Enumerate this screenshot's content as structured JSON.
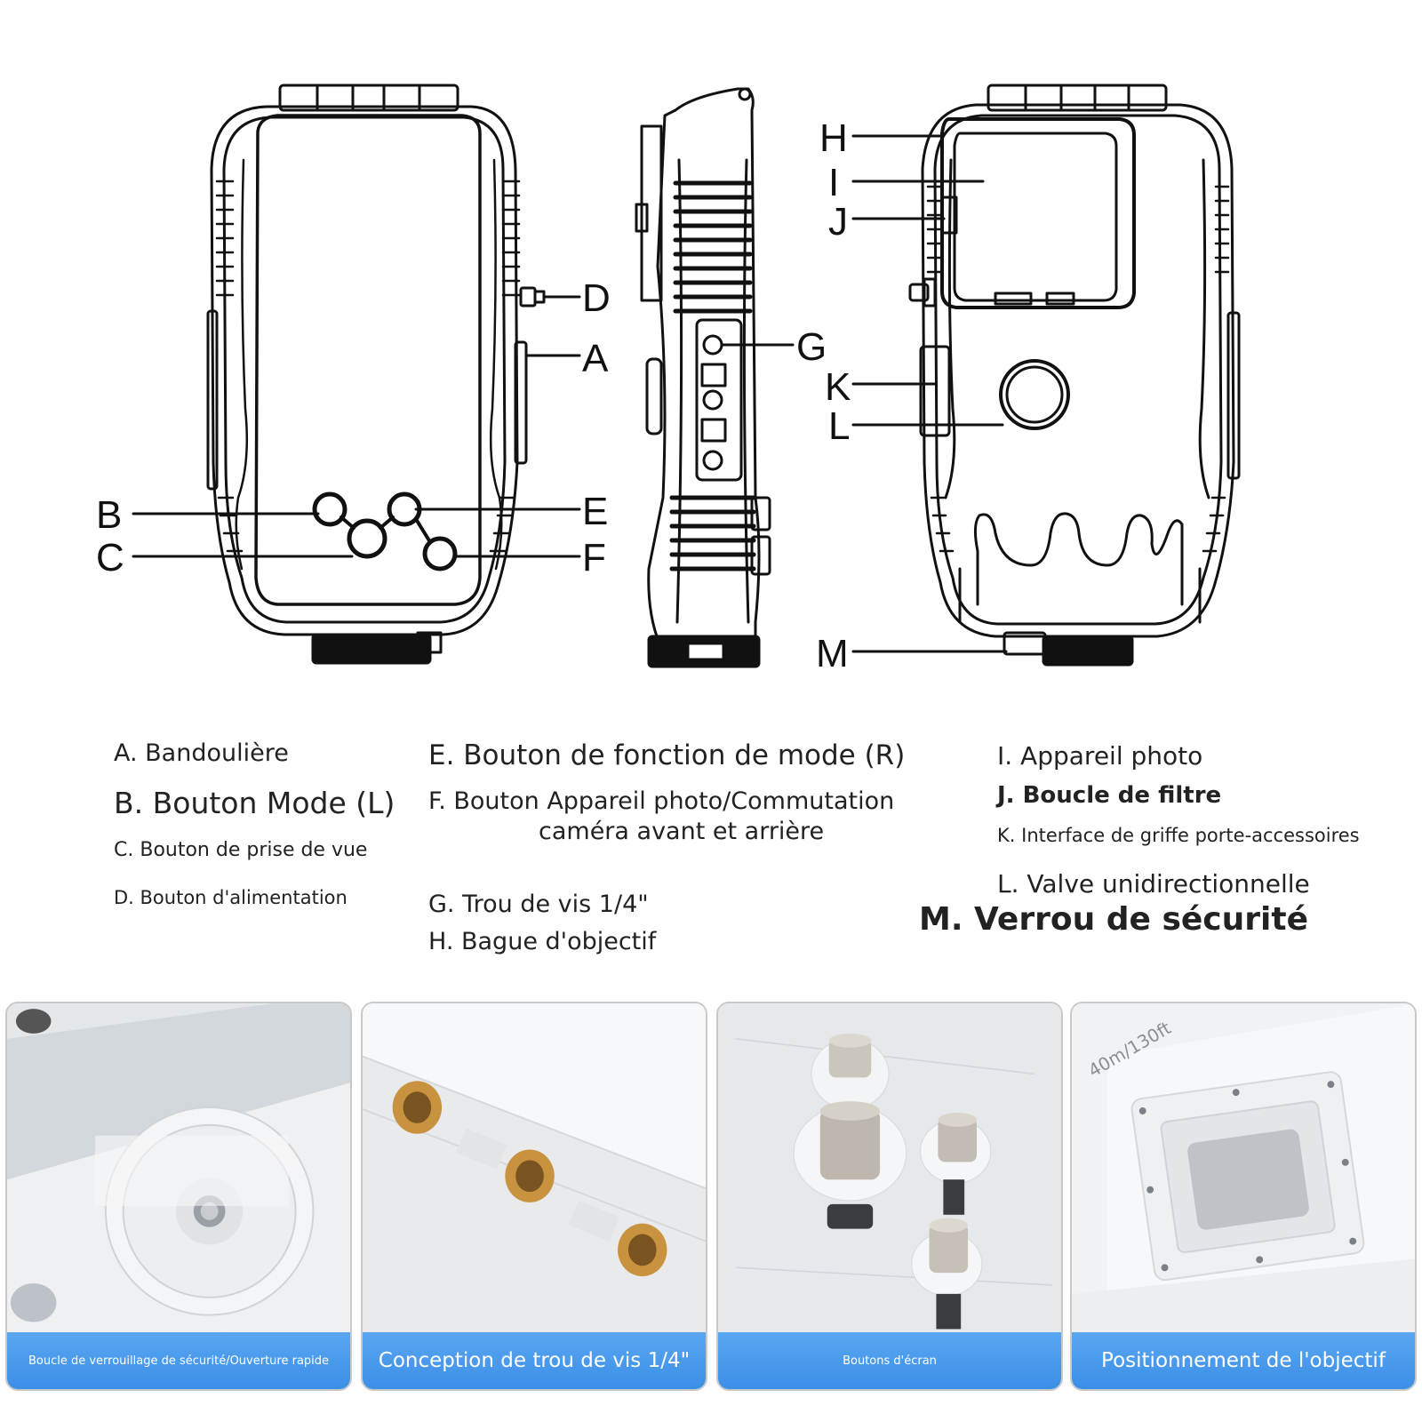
{
  "diagram": {
    "callouts": [
      "A",
      "B",
      "C",
      "D",
      "E",
      "F",
      "G",
      "H",
      "I",
      "J",
      "K",
      "L",
      "M"
    ]
  },
  "legend": {
    "A": "A. Bandoulière",
    "B": "B. Bouton Mode (L)",
    "C": "C. Bouton de prise de vue",
    "D": "D. Bouton d'alimentation",
    "E": "E. Bouton de fonction de mode (R)",
    "F_line1": "F. Bouton Appareil photo/Commutation",
    "F_line2": "caméra avant et arrière",
    "G": "G. Trou de vis 1/4\"",
    "H": "H. Bague d'objectif",
    "I": "I. Appareil photo",
    "J": "J. Boucle de filtre",
    "K": "K. Interface de griffe porte-accessoires",
    "L": "L. Valve unidirectionnelle",
    "M": "M. Verrou de sécurité"
  },
  "panels": [
    {
      "caption": "Boucle de verrouillage de sécurité/Ouverture rapide"
    },
    {
      "caption": "Conception de trou de vis 1/4\""
    },
    {
      "caption": "Boutons d'écran"
    },
    {
      "caption": "Positionnement de l'objectif"
    }
  ],
  "panel_text": {
    "depth": "40m/130ft"
  },
  "colors": {
    "caption_bar": "#3b8fe6",
    "outline": "#111111",
    "brass": "#c8923f"
  }
}
